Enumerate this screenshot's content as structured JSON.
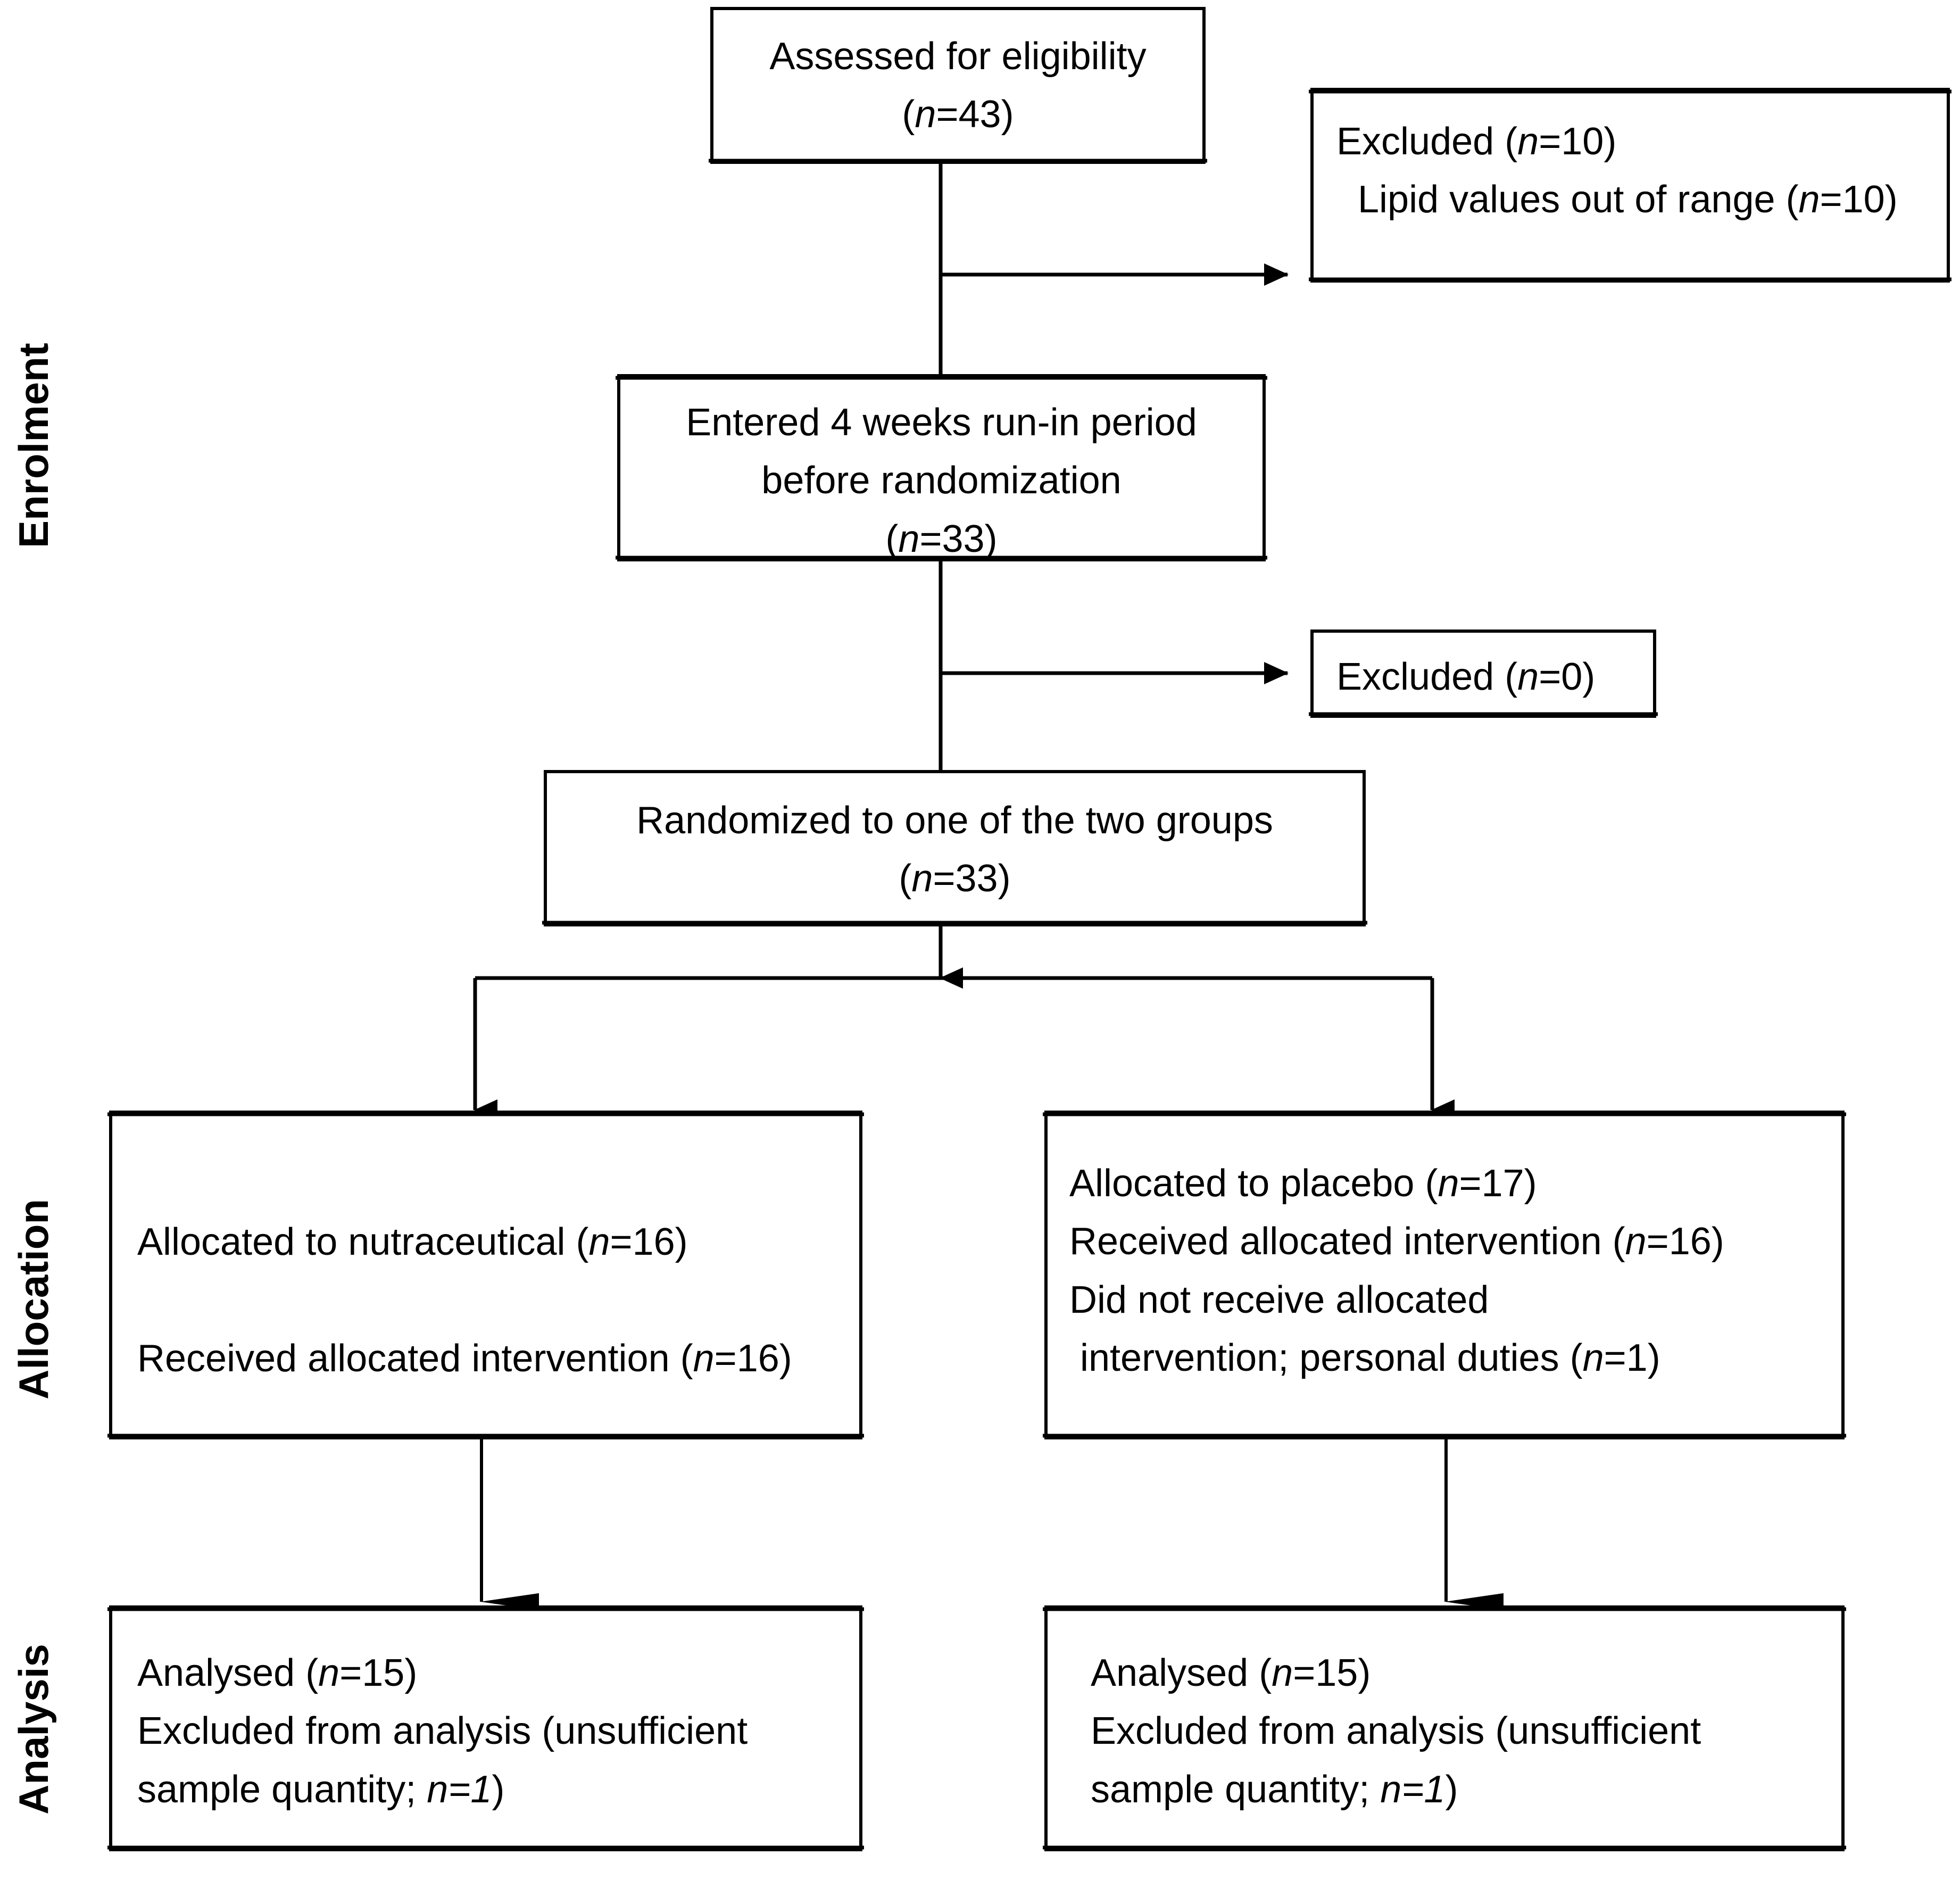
{
  "diagram": {
    "type": "consort-flow-diagram",
    "stage_labels": [
      {
        "id": "enrolment",
        "text": "Enrolment"
      },
      {
        "id": "allocation",
        "text": "Allocation"
      },
      {
        "id": "analysis",
        "text": "Analysis"
      }
    ],
    "boxes": {
      "assessed": {
        "lines": [
          {
            "text": "Assessed for eligibility"
          },
          {
            "pre": "(",
            "italic": "n",
            "post": "=43)"
          }
        ],
        "align": "center"
      },
      "excluded_1": {
        "lines": [
          {
            "pre": "Excluded (",
            "italic": "n",
            "post": "=10)"
          },
          {
            "pre": "  Lipid values out of range (",
            "italic": "n",
            "post": "=10)"
          }
        ],
        "align": "left"
      },
      "runin": {
        "lines": [
          {
            "text": "Entered 4 weeks run-in period"
          },
          {
            "text": "before randomization"
          },
          {
            "pre": "(",
            "italic": "n",
            "post": "=33)"
          }
        ],
        "align": "center"
      },
      "excluded_2": {
        "lines": [
          {
            "pre": "Excluded (",
            "italic": "n",
            "post": "=0)"
          }
        ],
        "align": "left"
      },
      "randomized": {
        "lines": [
          {
            "text": "Randomized to one of the two groups"
          },
          {
            "pre": "(",
            "italic": "n",
            "post": "=33)"
          }
        ],
        "align": "center"
      },
      "alloc_left": {
        "lines": [
          {
            "pre": "Allocated to nutraceutical (",
            "italic": "n",
            "post": "=16)"
          },
          {
            "text": ""
          },
          {
            "pre": "Received allocated intervention (",
            "italic": "n",
            "post": "=16)"
          }
        ],
        "align": "left"
      },
      "alloc_right": {
        "lines": [
          {
            "pre": "Allocated to placebo (",
            "italic": "n",
            "post": "=17)"
          },
          {
            "pre": "Received allocated intervention (",
            "italic": "n",
            "post": "=16)"
          },
          {
            "text": "Did not receive allocated"
          },
          {
            "pre": " intervention; personal duties (",
            "italic": "n",
            "post": "=1)"
          }
        ],
        "align": "left"
      },
      "analysis_left": {
        "lines": [
          {
            "pre": "Analysed (",
            "italic": "n",
            "post": "=15)"
          },
          {
            "text": "Excluded from analysis (unsufficient"
          },
          {
            "pre": "sample quantity; ",
            "italic": "n=1",
            "post": ")"
          }
        ],
        "align": "left"
      },
      "analysis_right": {
        "lines": [
          {
            "pre": "Analysed (",
            "italic": "n",
            "post": "=15)"
          },
          {
            "text": "Excluded from analysis (unsufficient"
          },
          {
            "pre": "sample quantity; ",
            "italic": "n=1",
            "post": ")"
          }
        ],
        "align": "left"
      }
    },
    "colors": {
      "line": "#000000",
      "box_fill": "#ffffff",
      "text": "#000000",
      "background": "#ffffff"
    },
    "counts": {
      "assessed_for_eligibility": 43,
      "excluded_lipid_out_of_range": 10,
      "entered_run_in": 33,
      "excluded_after_run_in": 0,
      "randomized": 33,
      "allocated_nutraceutical": 16,
      "received_nutraceutical": 16,
      "allocated_placebo": 17,
      "received_placebo": 16,
      "did_not_receive_placebo": 1,
      "analysed_nutraceutical": 15,
      "excluded_analysis_nutraceutical": 1,
      "analysed_placebo": 15,
      "excluded_analysis_placebo": 1
    }
  }
}
